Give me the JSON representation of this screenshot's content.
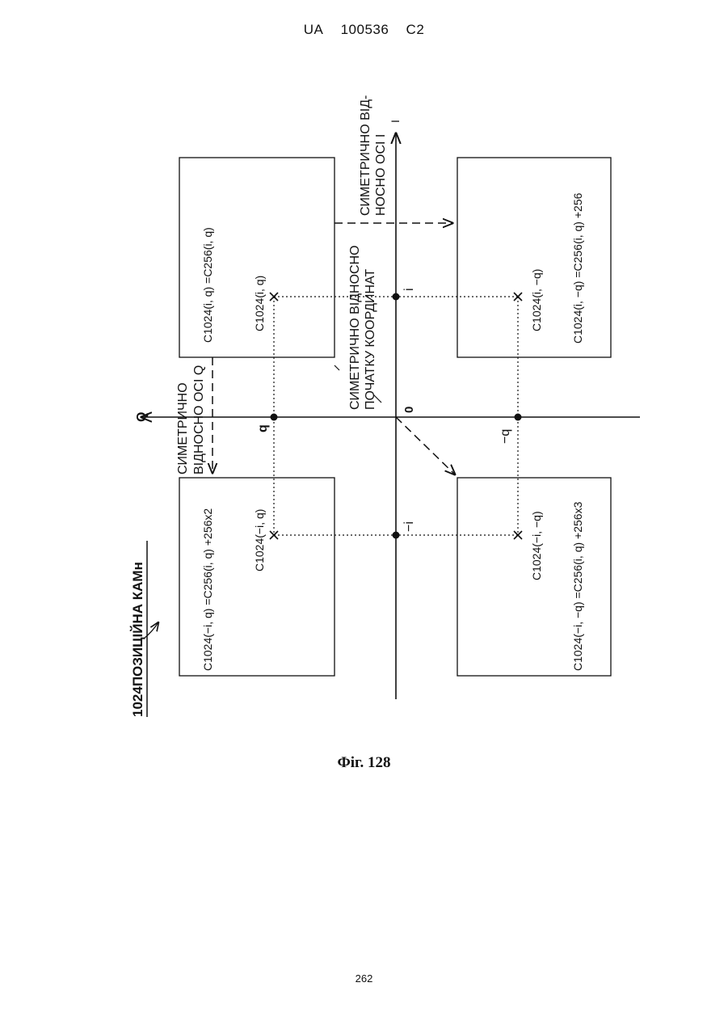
{
  "header": {
    "country": "UA",
    "number": "100536",
    "kind": "C2"
  },
  "figure": {
    "title": "1024ПОЗИЦІЙНА КАМн",
    "axis_i": "I",
    "axis_q": "Q",
    "origin": "0",
    "tick_i": "i",
    "tick_neg_i": "−i",
    "tick_q": "q",
    "tick_neg_q": "−q",
    "notes": {
      "sym_i_line1": "СИМЕТРИЧНО ВІД-",
      "sym_i_line2": "НОСНО ОСІ I",
      "sym_origin_line1": "СИМЕТРИЧНО ВІДНОСНО",
      "sym_origin_line2": "ПОЧАТКУ КООРДИНАТ",
      "sym_q_line1": "СИМЕТРИЧНО",
      "sym_q_line2": "ВІДНОСНО ОСІ Q"
    },
    "boxes": {
      "top_left": {
        "formula": "C1024(i, q) =C256(i, q)",
        "point": "C1024(i, q)"
      },
      "top_right": {
        "formula": "C1024(i, −q) =C256(i, q) +256",
        "point": "C1024(i, −q)"
      },
      "bottom_left": {
        "formula": "C1024(−i, q) =C256(i, q) +256x2",
        "point": "C1024(−i, q)"
      },
      "bottom_right": {
        "formula": "C1024(−i, −q) =C256(i, q) +256x3",
        "point": "C1024(−i, −q)"
      }
    }
  },
  "caption": "Фіг. 128",
  "page_number": "262"
}
